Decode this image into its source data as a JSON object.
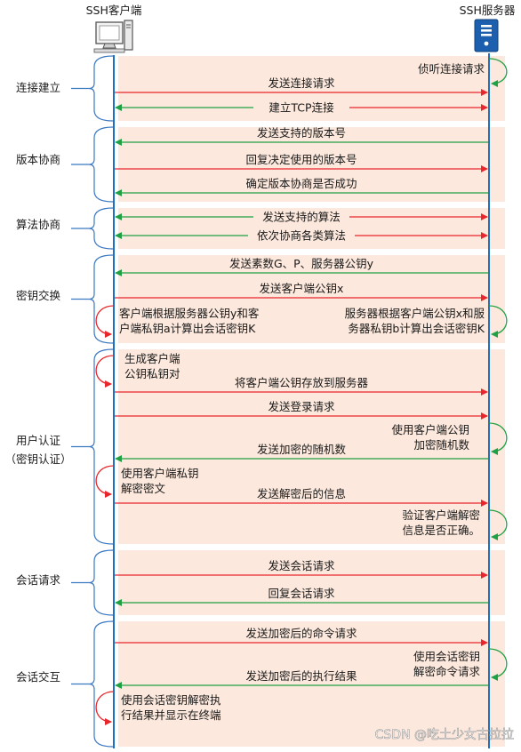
{
  "header": {
    "client_title": "SSH客户端",
    "server_title": "SSH服务器",
    "client_icon": "computer-icon",
    "server_icon": "server-icon"
  },
  "colors": {
    "band": "#fce8dc",
    "lifeline": "#1f70c1",
    "to_server": "#e8262b",
    "to_client": "#1fa044",
    "bracket": "#3a78c0"
  },
  "phases": [
    {
      "label": "连接建立"
    },
    {
      "label": "版本协商"
    },
    {
      "label": "算法协商"
    },
    {
      "label": "密钥交换"
    },
    {
      "label": "用户认证",
      "label2": "（密钥认证）"
    },
    {
      "label": "会话请求"
    },
    {
      "label": "会话交互"
    }
  ],
  "messages": [
    {
      "text": "发送连接请求",
      "dir": "to_server"
    },
    {
      "text": "建立TCP连接",
      "dir": "both"
    },
    {
      "text": "发送支持的版本号",
      "dir": "to_client"
    },
    {
      "text": "回复决定使用的版本号",
      "dir": "to_server"
    },
    {
      "text": "确定版本协商是否成功",
      "dir": "to_client"
    },
    {
      "text": "发送支持的算法",
      "dir": "both"
    },
    {
      "text": "依次协商各类算法",
      "dir": "both"
    },
    {
      "text": "发送素数G、P、服务器公钥y",
      "dir": "to_client"
    },
    {
      "text": "发送客户端公钥x",
      "dir": "to_server"
    },
    {
      "text": "将客户端公钥存放到服务器",
      "dir": "to_server"
    },
    {
      "text": "发送登录请求",
      "dir": "to_server"
    },
    {
      "text": "发送加密的随机数",
      "dir": "to_client"
    },
    {
      "text": "发送解密后的信息",
      "dir": "to_server"
    },
    {
      "text": "发送会话请求",
      "dir": "to_server"
    },
    {
      "text": "回复会话请求",
      "dir": "to_client"
    },
    {
      "text": "发送加密后的命令请求",
      "dir": "to_server"
    },
    {
      "text": "发送加密后的执行结果",
      "dir": "to_client"
    }
  ],
  "self_actions": [
    {
      "side": "server",
      "lines": [
        "侦听连接请求"
      ]
    },
    {
      "side": "client",
      "lines": [
        "客户端根据服务器公钥y和客",
        "户端私钥a计算出会话密钥K"
      ]
    },
    {
      "side": "server",
      "lines": [
        "服务器根据客户端公钥x和服",
        "务器私钥b计算出会话密钥K"
      ]
    },
    {
      "side": "client",
      "lines": [
        "生成客户端",
        "公钥私钥对"
      ]
    },
    {
      "side": "server",
      "lines": [
        "使用客户端公钥",
        "加密随机数"
      ]
    },
    {
      "side": "client",
      "lines": [
        "使用客户端私钥",
        "解密密文"
      ]
    },
    {
      "side": "server",
      "lines": [
        "验证客户端解密",
        "信息是否正确。"
      ]
    },
    {
      "side": "server",
      "lines": [
        "使用会话密钥",
        "解密命令请求"
      ]
    },
    {
      "side": "client",
      "lines": [
        "使用会话密钥解密执",
        "行结果并显示在终端"
      ]
    }
  ],
  "watermark": "CSDN @吃土少女古拉拉"
}
